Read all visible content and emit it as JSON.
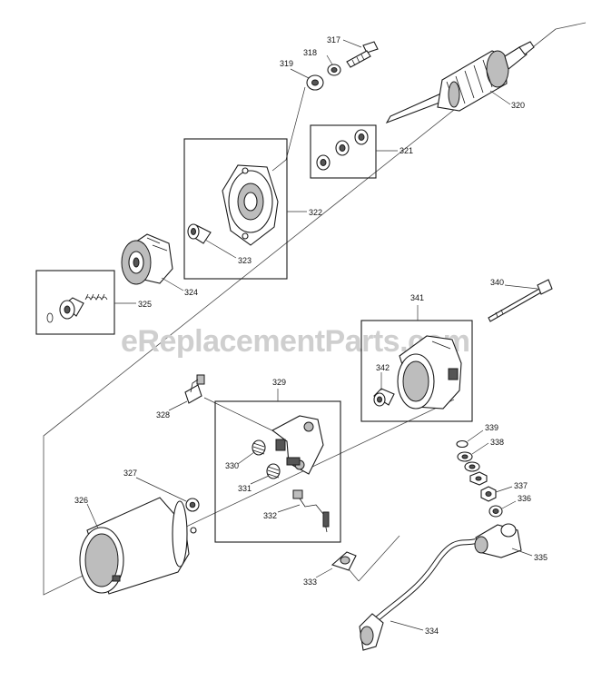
{
  "watermark": "eReplacementParts.com",
  "labels": {
    "p317": "317",
    "p318": "318",
    "p319": "319",
    "p320": "320",
    "p321": "321",
    "p322": "322",
    "p323": "323",
    "p324": "324",
    "p325": "325",
    "p326": "326",
    "p327": "327",
    "p328": "328",
    "p329": "329",
    "p330": "330",
    "p331": "331",
    "p332": "332",
    "p333": "333",
    "p334": "334",
    "p335": "335",
    "p336": "336",
    "p337": "337",
    "p338": "338",
    "p339": "339",
    "p340": "340",
    "p341": "341",
    "p342": "342"
  }
}
